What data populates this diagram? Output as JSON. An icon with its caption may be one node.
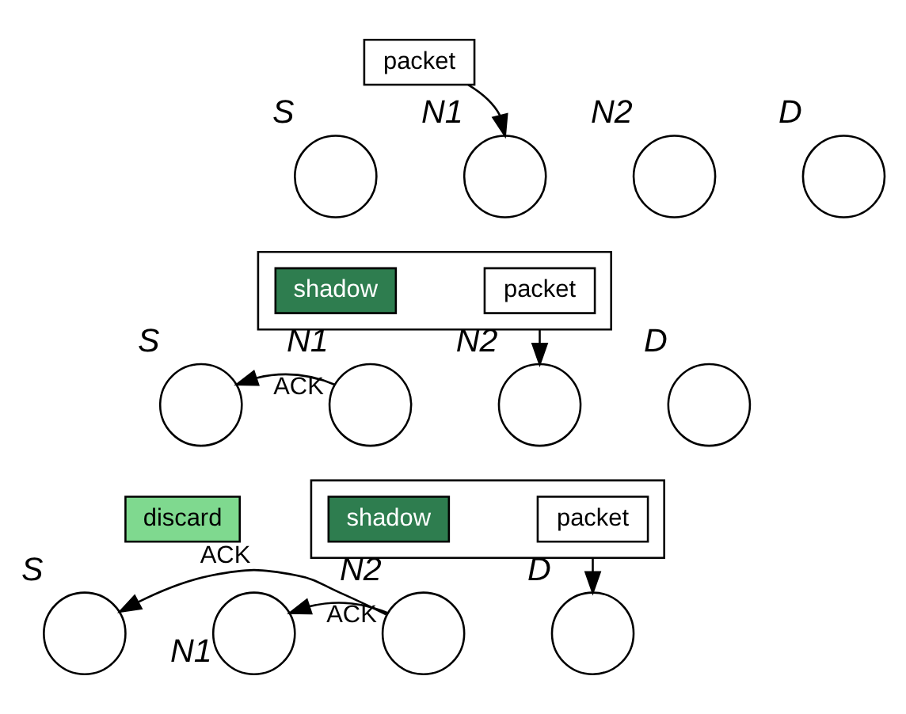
{
  "diagram": {
    "nodes": [
      {
        "text": [
          "packet"
        ]
      },
      {
        "text": [],
        "shape": "circle",
        "beside": [
          "S"
        ]
      },
      {
        "text": [],
        "shape": "circle",
        "beside": [
          "N1"
        ]
      },
      {
        "text": [],
        "shape": "circle",
        "beside": [
          "N2"
        ]
      },
      {
        "text": [],
        "shape": "circle",
        "beside": [
          "D"
        ]
      },
      {
        "text": [],
        "shape": "box"
      },
      {
        "text": [
          "shadow"
        ],
        "in": 5
      },
      {
        "text": [
          "packet"
        ],
        "in": 5
      },
      {
        "text": [],
        "shape": "circle",
        "beside": [
          "S"
        ]
      },
      {
        "text": [],
        "shape": "circle",
        "beside": [
          "N1"
        ]
      },
      {
        "text": [],
        "shape": "circle",
        "beside": [
          "N2"
        ]
      },
      {
        "text": [],
        "shape": "circle",
        "beside": [
          "D"
        ]
      },
      {
        "text": [
          "discard"
        ]
      },
      {
        "text": [],
        "shape": "box"
      },
      {
        "text": [
          "shadow"
        ],
        "in": 13
      },
      {
        "text": [
          "packet"
        ],
        "in": 13
      },
      {
        "text": [],
        "shape": "circle",
        "beside": [
          "S"
        ]
      },
      {
        "text": [],
        "shape": "circle",
        "beside": [
          "N1"
        ]
      },
      {
        "text": [],
        "shape": "circle",
        "beside": [
          "N2"
        ]
      },
      {
        "text": [],
        "shape": "circle",
        "beside": [
          "D"
        ]
      }
    ],
    "edges": [
      {
        "from": 0,
        "to": 2,
        "arrow": "to"
      },
      {
        "from": 5,
        "to": 10,
        "arrow": "to"
      },
      {
        "from": 9,
        "to": 8,
        "arrow": "to",
        "label": "ACK"
      },
      {
        "from": 13,
        "to": 19,
        "arrow": "to"
      },
      {
        "from": 18,
        "to": 17,
        "arrow": "to",
        "label": "ACK"
      },
      {
        "from": 18,
        "to": 16,
        "arrow": "to",
        "label": "ACK"
      }
    ]
  }
}
